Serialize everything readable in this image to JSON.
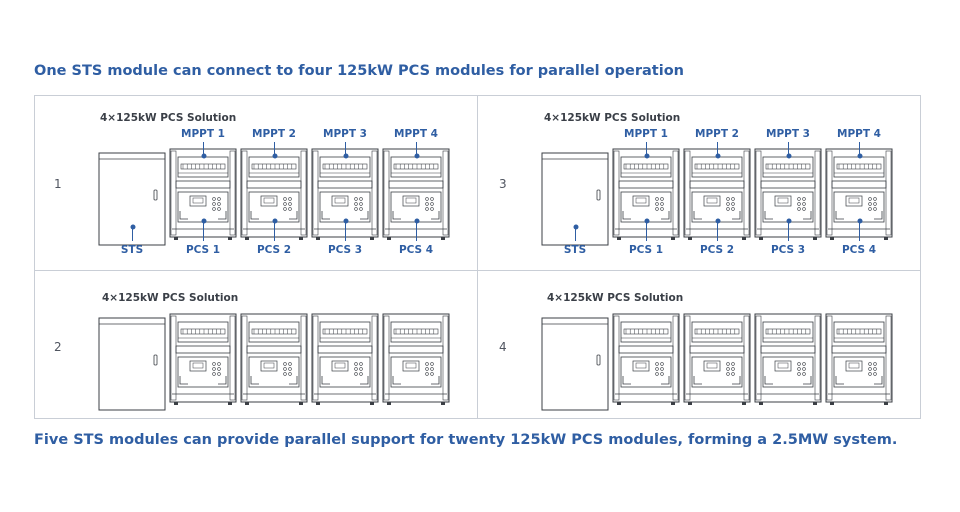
{
  "headings": {
    "top": "One STS module can connect to four 125kW PCS modules for parallel operation",
    "bottom": "Five STS modules can provide parallel support for twenty 125kW PCS modules, forming a 2.5MW system."
  },
  "panels": [
    {
      "number": "1",
      "solution_title": "4×125kW PCS Solution",
      "mppt_labels": [
        "MPPT 1",
        "MPPT 2",
        "MPPT 3",
        "MPPT 4"
      ],
      "pcs_labels": [
        "PCS 1",
        "PCS 2",
        "PCS 3",
        "PCS 4"
      ],
      "sts_label": "STS"
    },
    {
      "number": "2",
      "solution_title": "4×125kW PCS Solution"
    },
    {
      "number": "3",
      "solution_title": "4×125kW PCS Solution",
      "mppt_labels": [
        "MPPT 1",
        "MPPT 2",
        "MPPT 3",
        "MPPT 4"
      ],
      "pcs_labels": [
        "PCS 1",
        "PCS 2",
        "PCS 3",
        "PCS 4"
      ],
      "sts_label": "STS"
    },
    {
      "number": "4",
      "solution_title": "4×125kW PCS Solution"
    }
  ],
  "colors": {
    "accent": "#2f5ea3",
    "line": "#3b3f45",
    "grid": "#c9ced6"
  }
}
